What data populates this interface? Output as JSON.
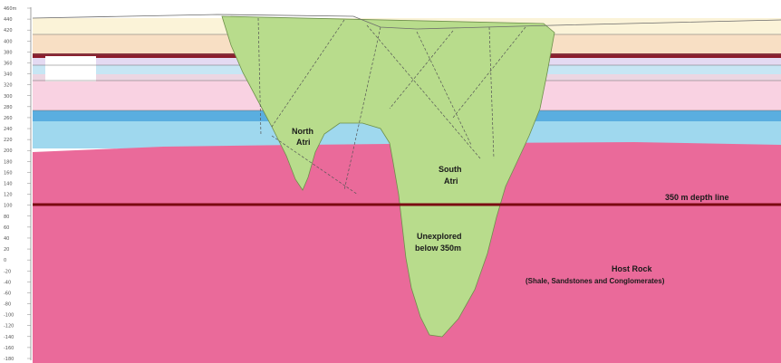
{
  "labels": {
    "north_atri": [
      "North",
      "Atri"
    ],
    "south_atri": [
      "South",
      "Atri"
    ],
    "unexplored": [
      "Unexplored",
      "below 350m"
    ],
    "host_rock": [
      "Host Rock",
      "(Shale, Sandstones and Conglomerates)"
    ],
    "depth_line": "350 m depth line"
  },
  "axis": {
    "ticks": [
      "460m",
      "440",
      "420",
      "400",
      "380",
      "360",
      "340",
      "320",
      "300",
      "280",
      "260",
      "240",
      "220",
      "200",
      "180",
      "160",
      "140",
      "120",
      "100",
      "80",
      "60",
      "40",
      "20",
      "0",
      "-20",
      "-40",
      "-60",
      "-80",
      "-100",
      "-120",
      "-140",
      "-160",
      "-180"
    ]
  },
  "colors": {
    "ore_body": "#b8dc8c",
    "host_rock": "#ea6a9a",
    "light_pink": "#f9d2e2",
    "light_blue": "#9fd8ee",
    "blue": "#5aaee0",
    "peach": "#f8dfc4",
    "yellow": "#fbf3d8",
    "lavender": "#e4daf2",
    "maroon": "#8c1c2c",
    "depth_line": "#7a0a12"
  }
}
